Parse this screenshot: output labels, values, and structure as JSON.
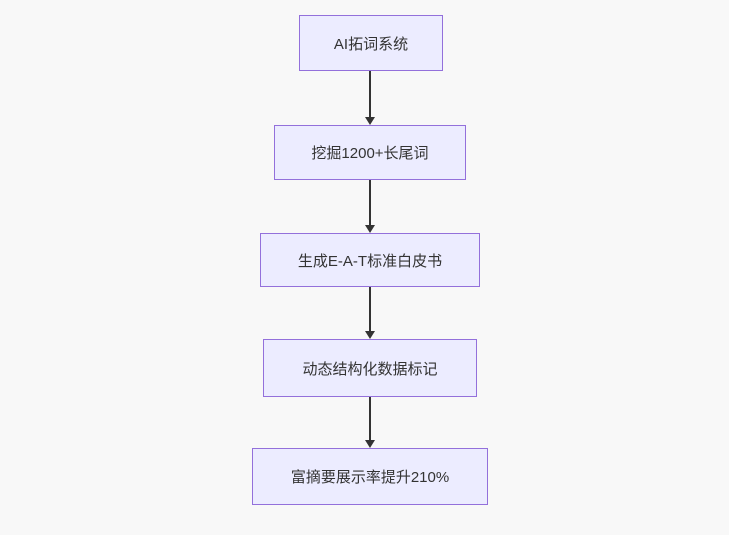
{
  "page": {
    "background_color": "#f8f8f8"
  },
  "flowchart": {
    "type": "flowchart",
    "direction": "top-down",
    "node_fill_color": "#ECECFF",
    "node_border_color": "#9370DB",
    "arrow_color": "#333333",
    "text_color": "#333333",
    "nodes": [
      {
        "id": "n1",
        "label": "AI拓词系统"
      },
      {
        "id": "n2",
        "label": "挖掘1200+长尾词"
      },
      {
        "id": "n3",
        "label": "生成E-A-T标准白皮书"
      },
      {
        "id": "n4",
        "label": "动态结构化数据标记"
      },
      {
        "id": "n5",
        "label": "富摘要展示率提升210%"
      }
    ],
    "edges": [
      {
        "from": "n1",
        "to": "n2"
      },
      {
        "from": "n2",
        "to": "n3"
      },
      {
        "from": "n3",
        "to": "n4"
      },
      {
        "from": "n4",
        "to": "n5"
      }
    ]
  }
}
